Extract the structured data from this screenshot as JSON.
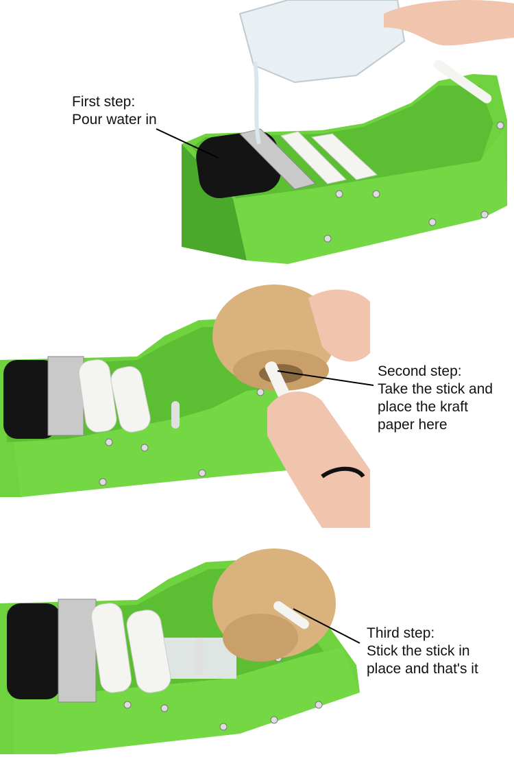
{
  "steps": [
    {
      "title": "First step:",
      "lines": [
        "Pour water in"
      ]
    },
    {
      "title": "Second step:",
      "lines": [
        "Take the stick and",
        "place the kraft",
        "paper here"
      ]
    },
    {
      "title": "Third step:",
      "lines": [
        "Stick the stick in",
        "place and that's it"
      ]
    }
  ],
  "colors": {
    "dispenser_body": "#6fd340",
    "dispenser_shadow": "#4aa82a",
    "roller_brush": "#141414",
    "blade": "#c9c9c9",
    "roller_white": "#f4f4f0",
    "kraft_tape": "#d9b27e",
    "skin": "#f0c4ad"
  }
}
